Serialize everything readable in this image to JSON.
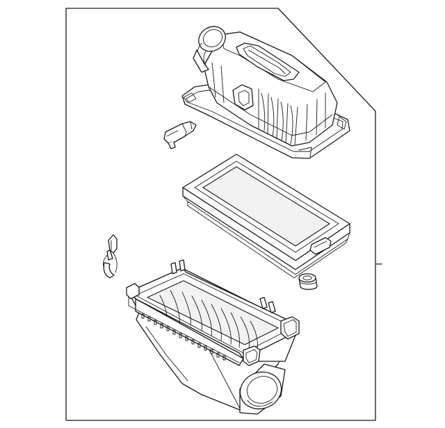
{
  "diagram": {
    "line_color": "#1a1a1a",
    "background": "#ffffff",
    "parts": [
      "upper-cover",
      "sensor-connector",
      "air-filter-element",
      "hose-clamp",
      "grommet",
      "lower-housing"
    ]
  }
}
